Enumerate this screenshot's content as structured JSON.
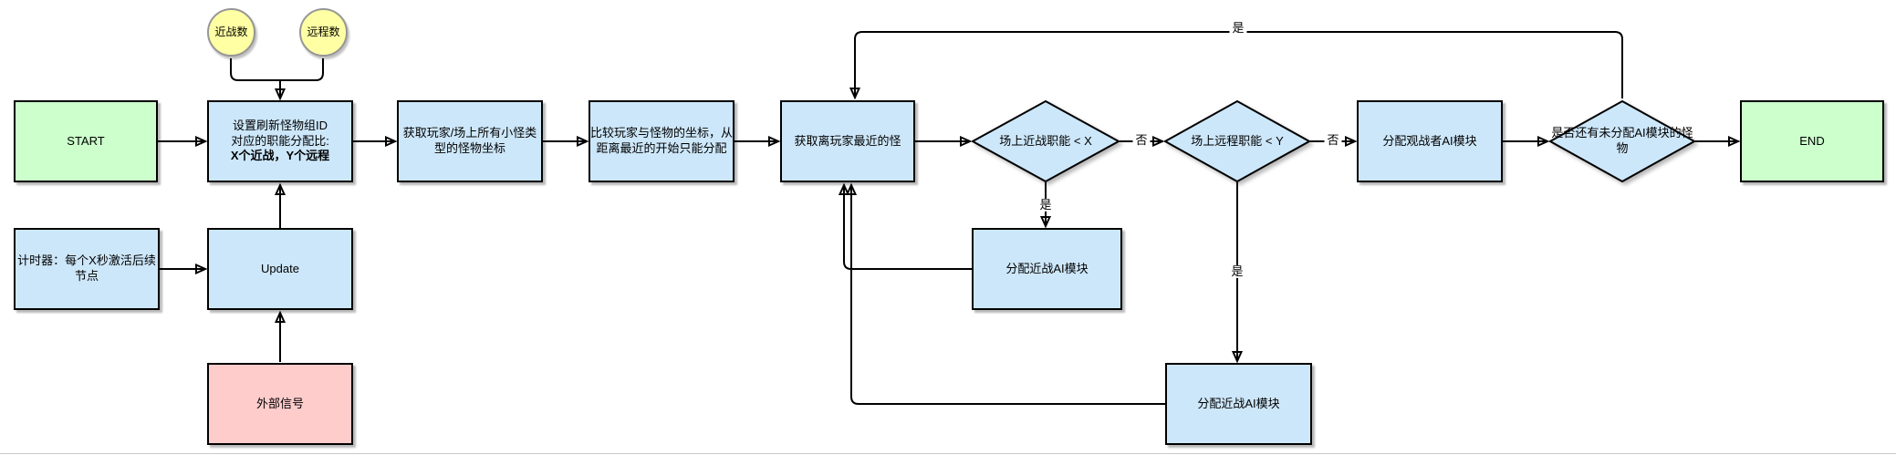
{
  "colors": {
    "process_fill": "#cde7fa",
    "terminal_fill": "#ccffcc",
    "signal_fill": "#ffcccc",
    "data_fill": "#ffffa3",
    "data_stroke": "#969696",
    "stroke": "#000000"
  },
  "nodes": {
    "start": {
      "label": "START"
    },
    "end": {
      "label": "END"
    },
    "melee_count": {
      "label": "近战数"
    },
    "ranged_count": {
      "label": "远程数"
    },
    "set_ratio": {
      "line1": "设置刷新怪物组ID",
      "line2": "对应的职能分配比:",
      "line3": "X个近战，Y个远程"
    },
    "get_coords": {
      "label": "获取玩家/场上所有小怪类\n型的怪物坐标"
    },
    "compare_coords": {
      "label": "比较玩家与怪物的坐标，从\n距离最近的开始只能分配"
    },
    "get_nearest": {
      "label": "获取离玩家最近的怪"
    },
    "melee_check": {
      "label": "场上近战职能 < X"
    },
    "ranged_check": {
      "label": "场上远程职能 < Y"
    },
    "assign_spectator": {
      "label": "分配观战者AI模块"
    },
    "remaining_check": {
      "label": "是否还有未分配AI模块的怪\n物"
    },
    "timer": {
      "label": "计时器：每个X秒激活后续\n节点"
    },
    "update": {
      "label": "Update"
    },
    "external_signal": {
      "label": "外部信号"
    },
    "assign_melee_1": {
      "label": "分配近战AI模块"
    },
    "assign_melee_2": {
      "label": "分配近战AI模块"
    }
  },
  "edge_labels": {
    "loop_yes": "是",
    "melee_no": "否",
    "melee_yes": "是",
    "ranged_no": "否",
    "ranged_yes": "是"
  }
}
